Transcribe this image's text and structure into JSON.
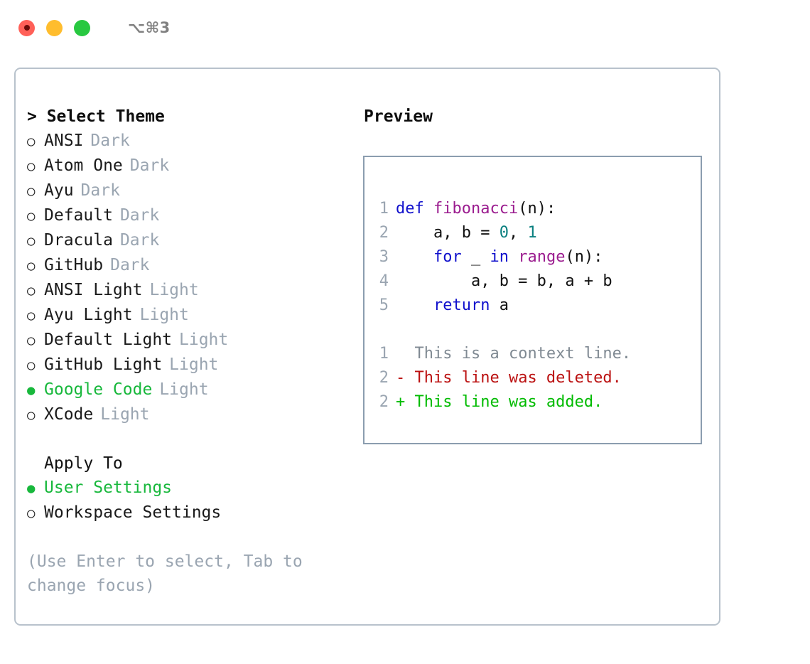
{
  "titlebar": {
    "lights": [
      {
        "name": "close",
        "color": "#ff6058"
      },
      {
        "name": "minimize",
        "color": "#ffbd2e"
      },
      {
        "name": "maximize",
        "color": "#28c840"
      }
    ],
    "shortcut": "⌥⌘3"
  },
  "theme_picker": {
    "header": "> Select Theme",
    "selected_theme": "Google Code",
    "selected_color": "#18b83c",
    "unselected_marker": "○",
    "selected_marker": "●",
    "items": [
      {
        "marker": "○",
        "name": "ANSI",
        "kind": "Dark",
        "selected": false
      },
      {
        "marker": "○",
        "name": "Atom One",
        "kind": "Dark",
        "selected": false
      },
      {
        "marker": "○",
        "name": "Ayu",
        "kind": "Dark",
        "selected": false
      },
      {
        "marker": "○",
        "name": "Default",
        "kind": "Dark",
        "selected": false
      },
      {
        "marker": "○",
        "name": "Dracula",
        "kind": "Dark",
        "selected": false
      },
      {
        "marker": "○",
        "name": "GitHub",
        "kind": "Dark",
        "selected": false
      },
      {
        "marker": "○",
        "name": "ANSI Light",
        "kind": "Light",
        "selected": false
      },
      {
        "marker": "○",
        "name": "Ayu Light",
        "kind": "Light",
        "selected": false
      },
      {
        "marker": "○",
        "name": "Default Light",
        "kind": "Light",
        "selected": false
      },
      {
        "marker": "○",
        "name": "GitHub Light",
        "kind": "Light",
        "selected": false
      },
      {
        "marker": "●",
        "name": "Google Code",
        "kind": "Light",
        "selected": true
      },
      {
        "marker": "○",
        "name": "XCode",
        "kind": "Light",
        "selected": false
      }
    ]
  },
  "apply_to": {
    "header": "Apply To",
    "items": [
      {
        "marker": "●",
        "name": "User Settings",
        "selected": true
      },
      {
        "marker": "○",
        "name": "Workspace Settings",
        "selected": false
      }
    ]
  },
  "hint": "(Use Enter to select, Tab to change focus)",
  "preview": {
    "label": "Preview",
    "code_lines": [
      {
        "num": "1",
        "tokens": [
          {
            "t": "def",
            "c": "kw"
          },
          {
            "t": " ",
            "c": "pl"
          },
          {
            "t": "fibonacci",
            "c": "fn"
          },
          {
            "t": "(n):",
            "c": "pl"
          }
        ]
      },
      {
        "num": "2",
        "tokens": [
          {
            "t": "    a, b = ",
            "c": "pl"
          },
          {
            "t": "0",
            "c": "num"
          },
          {
            "t": ", ",
            "c": "pl"
          },
          {
            "t": "1",
            "c": "num"
          }
        ]
      },
      {
        "num": "3",
        "tokens": [
          {
            "t": "    ",
            "c": "pl"
          },
          {
            "t": "for",
            "c": "kw"
          },
          {
            "t": " _ ",
            "c": "pl"
          },
          {
            "t": "in",
            "c": "kw"
          },
          {
            "t": " ",
            "c": "pl"
          },
          {
            "t": "range",
            "c": "fn"
          },
          {
            "t": "(n):",
            "c": "pl"
          }
        ]
      },
      {
        "num": "4",
        "tokens": [
          {
            "t": "        a, b = b, a + b",
            "c": "pl"
          }
        ]
      },
      {
        "num": "5",
        "tokens": [
          {
            "t": "    ",
            "c": "pl"
          },
          {
            "t": "return",
            "c": "kw"
          },
          {
            "t": " a",
            "c": "pl"
          }
        ]
      }
    ],
    "diff_lines": [
      {
        "num": "1",
        "sign": "  ",
        "text": "This is a context line.",
        "kind": "ctx"
      },
      {
        "num": "2",
        "sign": "- ",
        "text": "This line was deleted.",
        "kind": "del"
      },
      {
        "num": "2",
        "sign": "+ ",
        "text": "This line was added.",
        "kind": "add"
      }
    ],
    "diff_colors": {
      "context": "#808a93",
      "deleted": "#bb1111",
      "added": "#00bb00"
    },
    "syntax_colors": {
      "keyword": "#1010cc",
      "function": "#9b1c8f",
      "number": "#0b8080",
      "plain": "#111111",
      "line_number": "#9aa5b1"
    }
  }
}
